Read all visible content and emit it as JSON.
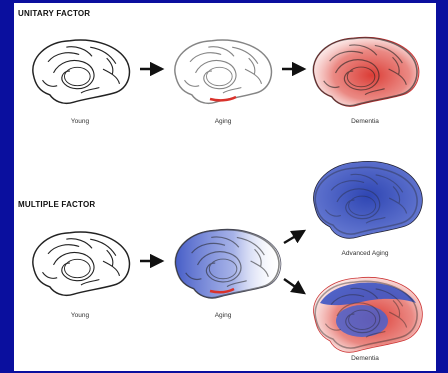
{
  "unitary": {
    "title": "UNITARY FACTOR",
    "stages": [
      "Young",
      "Aging",
      "Dementia"
    ]
  },
  "multiple": {
    "title": "MULTIPLE FACTOR",
    "stages": [
      "Young",
      "Aging",
      "Advanced Aging",
      "Dementia"
    ]
  },
  "colors": {
    "background": "#0a0f9e",
    "panel": "#ffffff",
    "red": "#d9322b",
    "blue": "#3d55c4",
    "outline": "#222222"
  }
}
